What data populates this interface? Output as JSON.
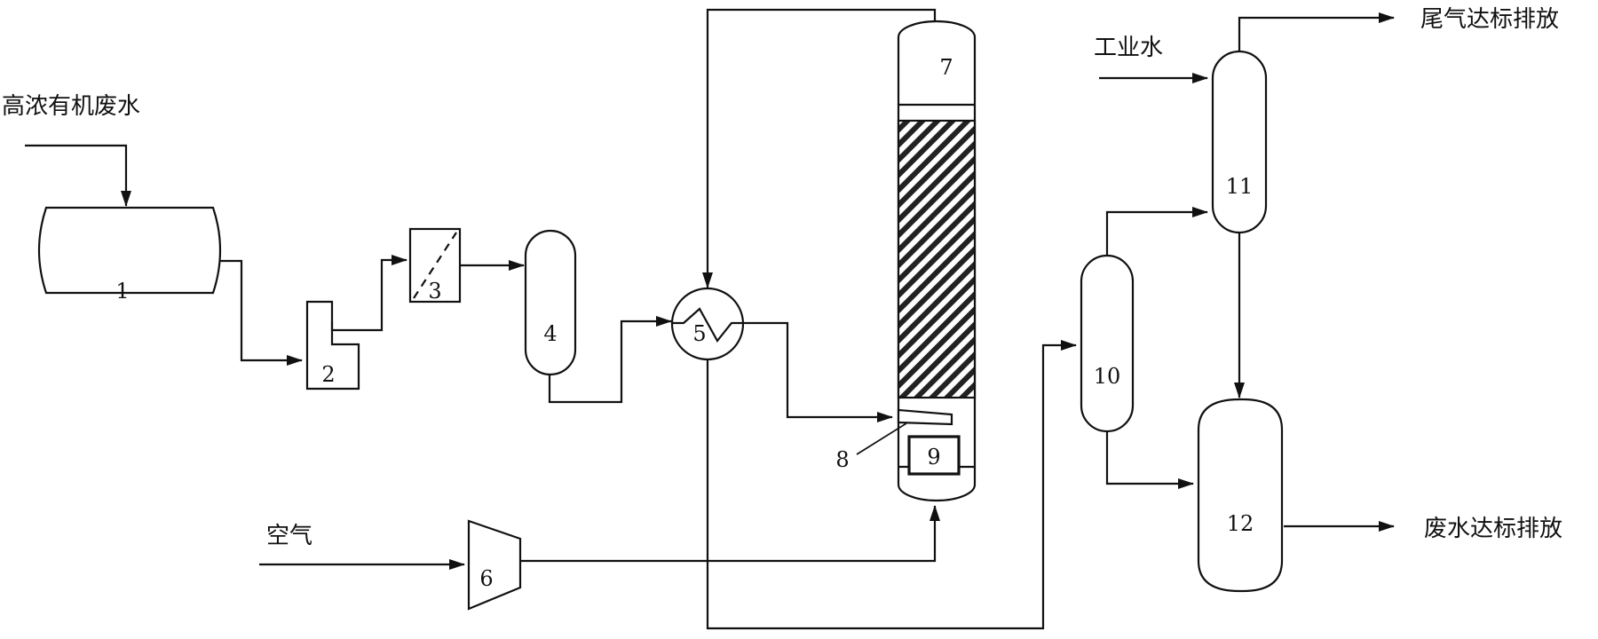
{
  "labels": {
    "feed": "高浓有机废水",
    "air": "空气",
    "industrial_water": "工业水",
    "offgas_out": "尾气达标排放",
    "water_out": "废水达标排放"
  },
  "equipment": {
    "n1": "1",
    "n2": "2",
    "n3": "3",
    "n4": "4",
    "n5": "5",
    "n6": "6",
    "n7": "7",
    "n8": "8",
    "n9": "9",
    "n10": "10",
    "n11": "11",
    "n12": "12"
  },
  "colors": {
    "line": "#111111",
    "background": "#ffffff"
  }
}
